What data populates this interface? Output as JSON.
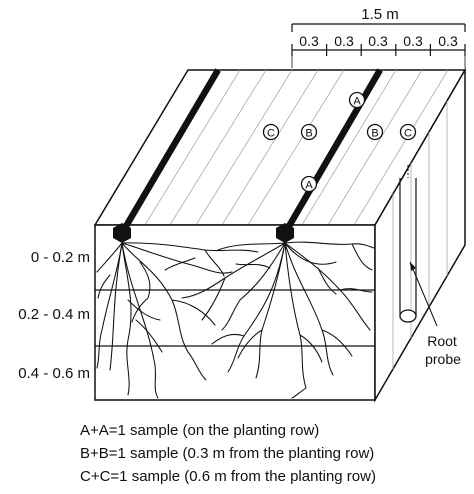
{
  "scale": {
    "total_label": "1.5 m",
    "segment_labels": [
      "0.3",
      "0.3",
      "0.3",
      "0.3",
      "0.3"
    ]
  },
  "depth_labels": [
    "0 - 0.2 m",
    "0.2 - 0.4 m",
    "0.4 - 0.6 m"
  ],
  "sample_markers": {
    "a": "A",
    "b": "B",
    "c": "C"
  },
  "root_probe_label": [
    "Root",
    "probe"
  ],
  "legend": [
    "A+A=1 sample (on the planting row)",
    "B+B=1 sample (0.3 m from the planting row)",
    "C+C=1 sample (0.6 m from the planting row)"
  ],
  "colors": {
    "line": "#111111",
    "background": "#ffffff",
    "guide": "#aaaaaa"
  }
}
